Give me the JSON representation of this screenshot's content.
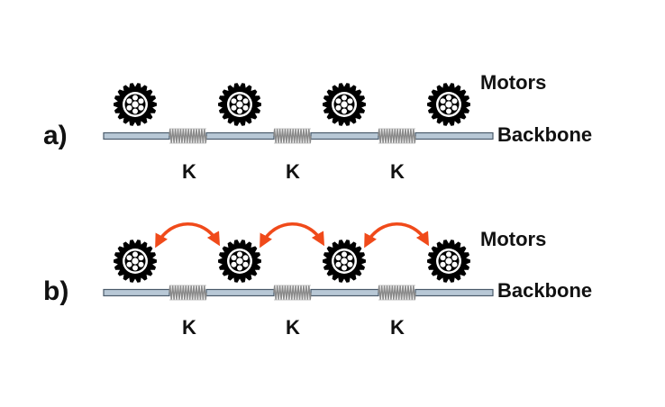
{
  "colors": {
    "gear": "#000000",
    "arrow": "#f04a1a",
    "rod_fill": "#b8c8d6",
    "rod_stroke": "#4a5a6a",
    "spring": "#8a8a8a"
  },
  "icons": {
    "motor": "gear-icon",
    "spring": "spring-icon",
    "interaction": "double-arrow-icon"
  },
  "panels": [
    {
      "label": "a)",
      "motors_label": "Motors",
      "backbone_label": "Backbone",
      "springs": [
        "K",
        "K",
        "K"
      ],
      "interactions": false
    },
    {
      "label": "b)",
      "motors_label": "Motors",
      "backbone_label": "Backbone",
      "springs": [
        "K",
        "K",
        "K"
      ],
      "interactions": true
    }
  ]
}
